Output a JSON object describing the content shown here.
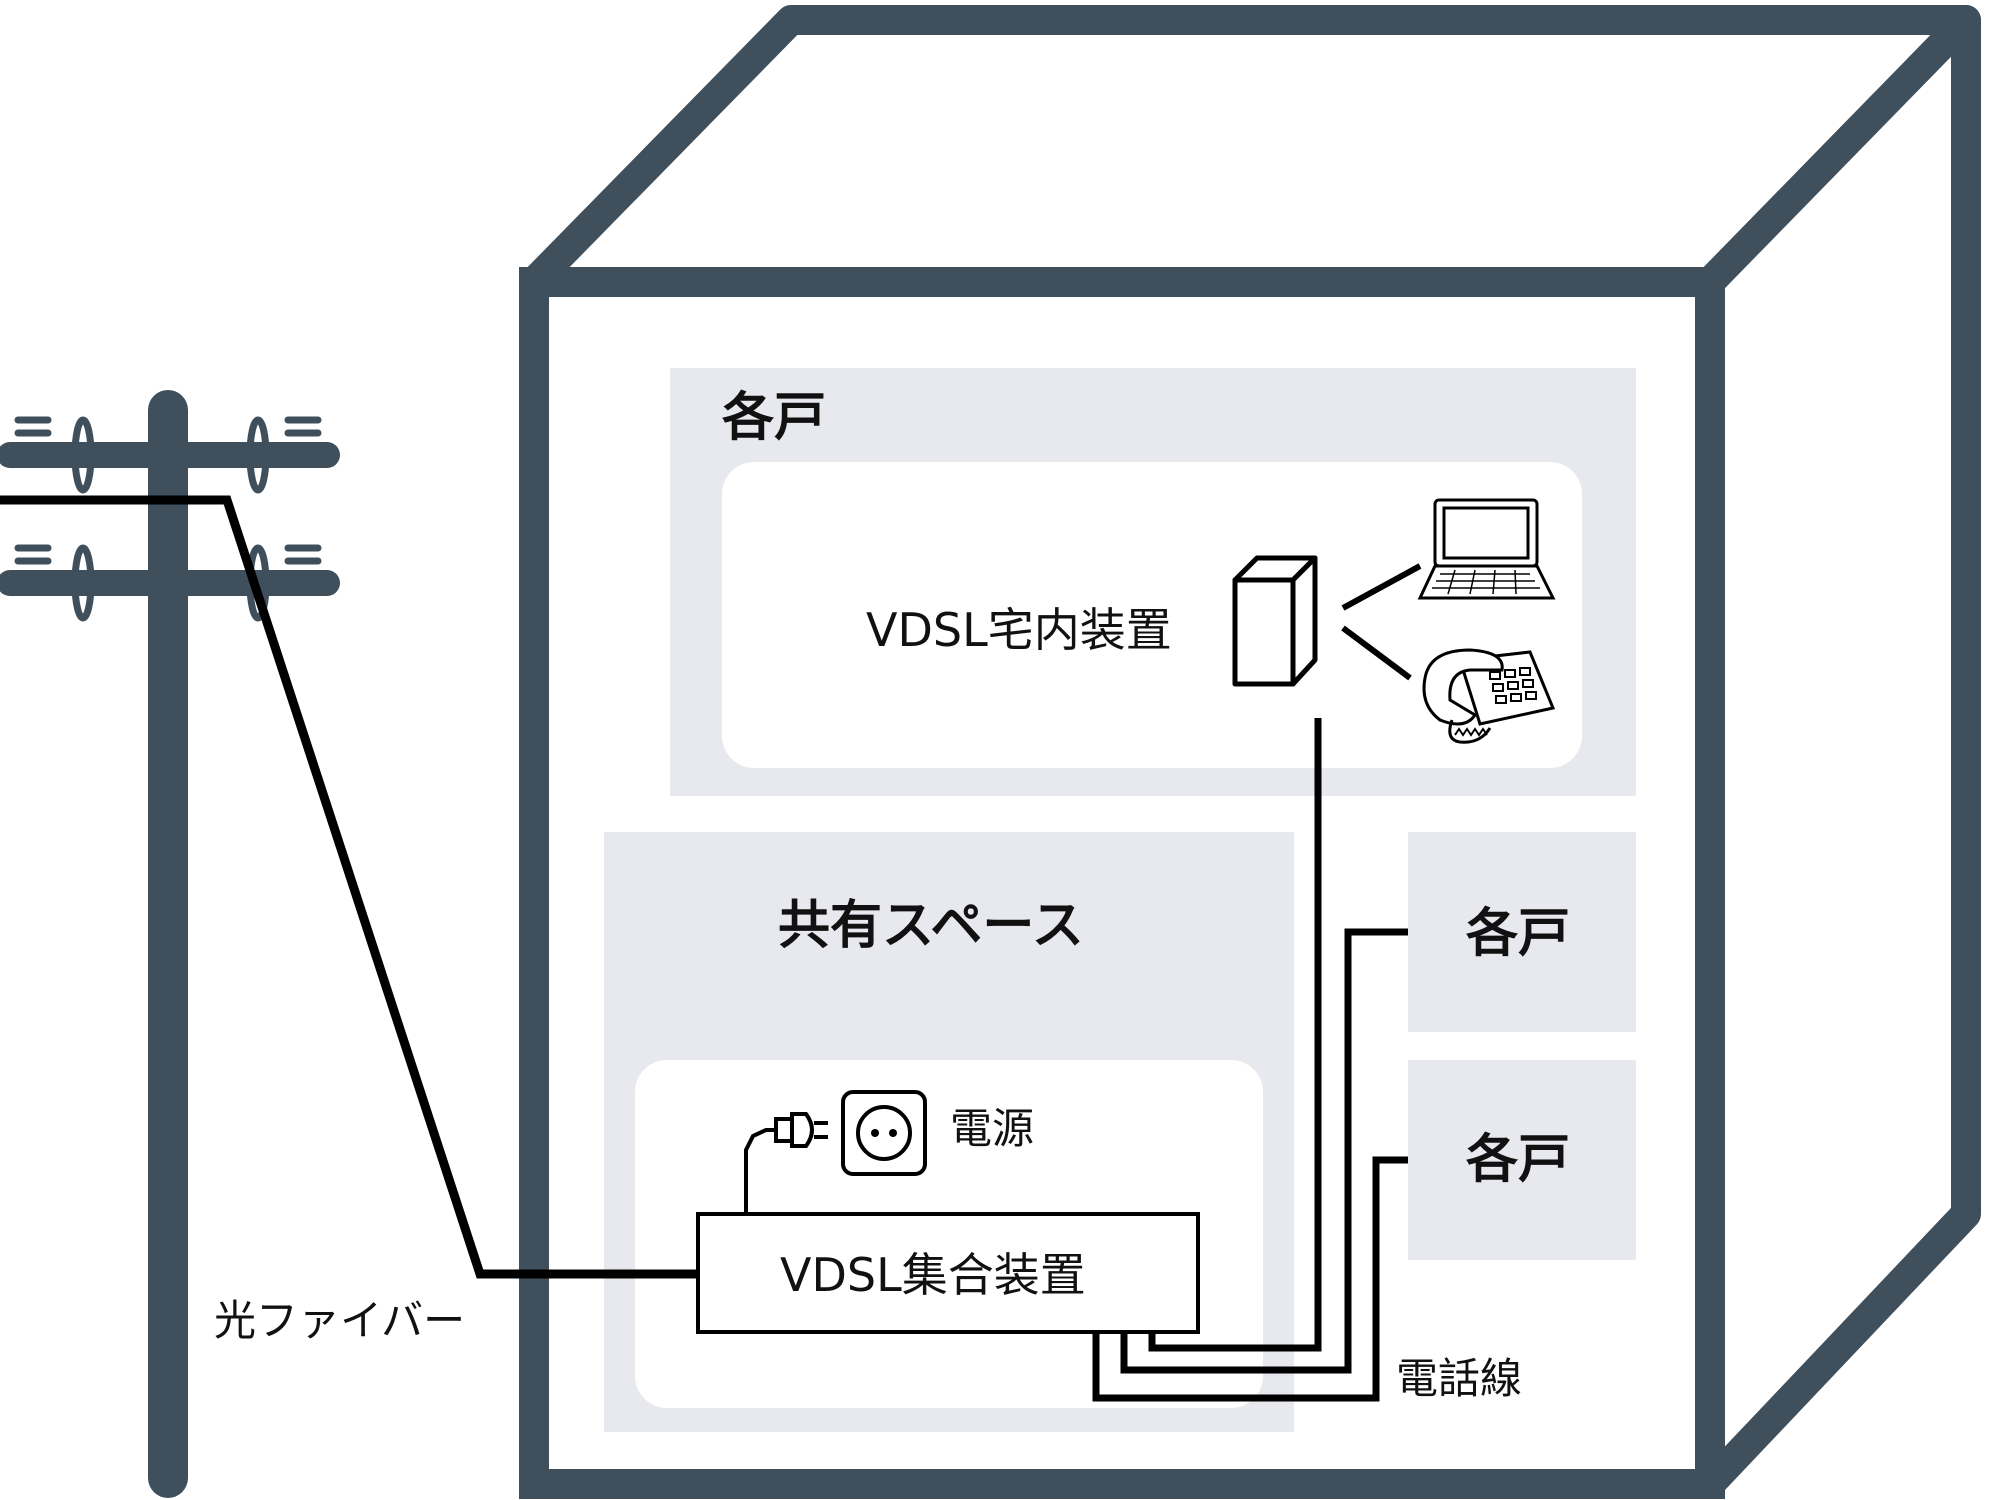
{
  "labels": {
    "unit_top": "各戸",
    "vdsl_home_device": "VDSL宅内装置",
    "shared_space": "共有スペース",
    "unit_right_1": "各戸",
    "unit_right_2": "各戸",
    "power": "電源",
    "vdsl_central_device": "VDSL集合装置",
    "optical_fiber": "光ファイバー",
    "phone_line": "電話線"
  },
  "icons": [
    "utility-pole-icon",
    "building-icon",
    "modem-icon",
    "laptop-icon",
    "telephone-icon",
    "power-outlet-icon",
    "power-plug-icon"
  ],
  "colors": {
    "building_frame": "#3f4f5c",
    "pole": "#3f4f5c",
    "panel": "#e8e9ee",
    "wire": "#000000",
    "inner_box": "#ffffff"
  }
}
